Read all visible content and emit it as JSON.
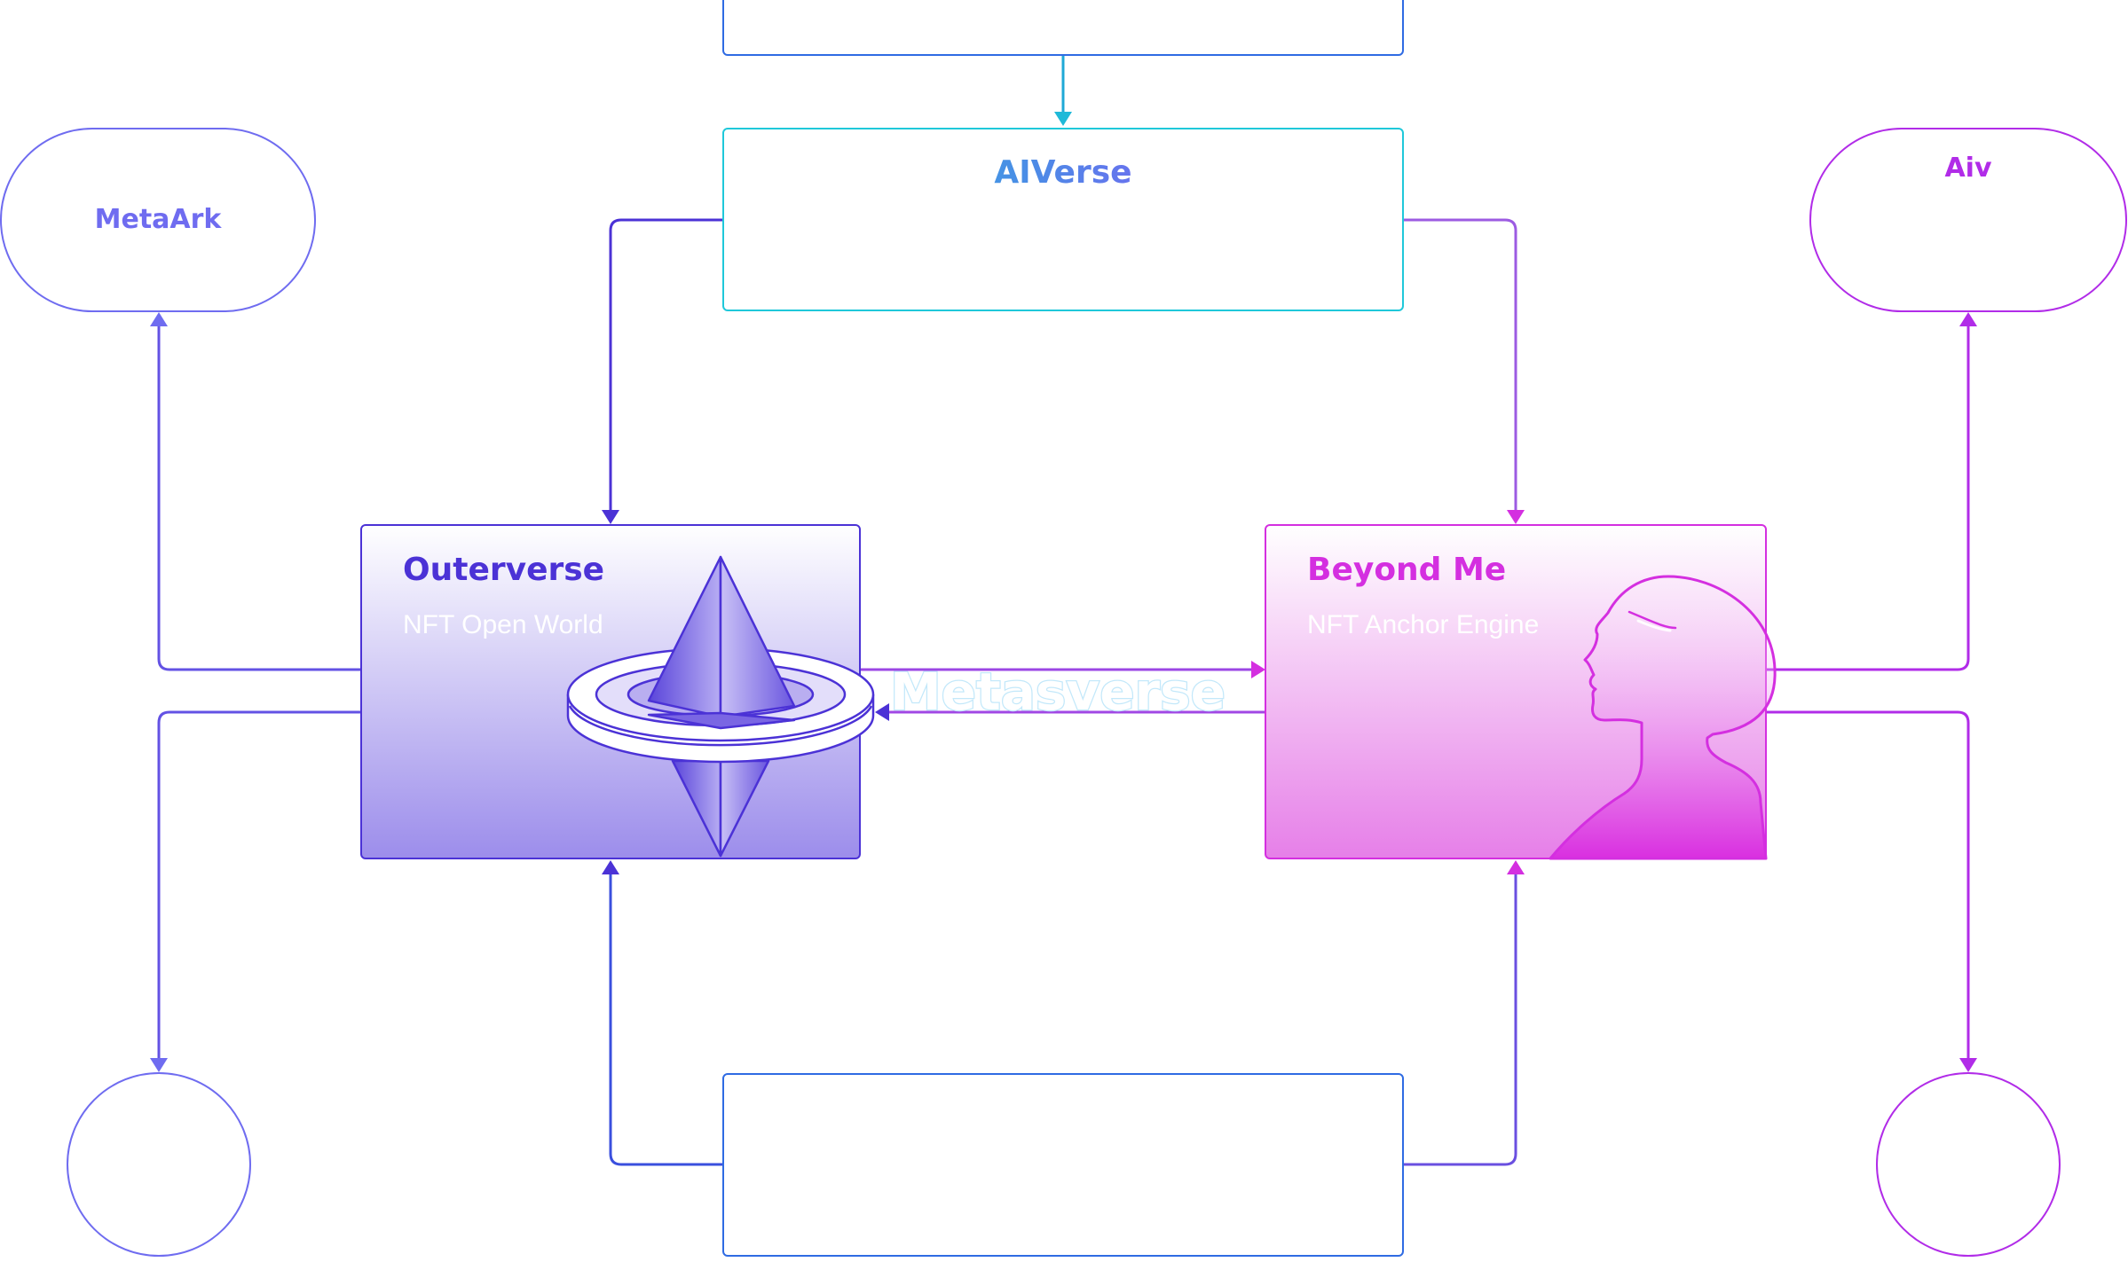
{
  "nodes": {
    "aiverse": {
      "title": "AIVerse"
    },
    "metaark": {
      "title": "MetaArk"
    },
    "aiv": {
      "title": "Aiv"
    },
    "outerverse": {
      "title": "Outerverse",
      "subtitle": "NFT Open World"
    },
    "beyondme": {
      "title": "Beyond Me",
      "subtitle": "NFT Anchor Engine"
    },
    "top_box": {
      "title": ""
    },
    "bottom_box": {
      "title": ""
    },
    "bottom_left_circle": {
      "title": ""
    },
    "bottom_right_circle": {
      "title": ""
    }
  },
  "link_label": "Metasverse",
  "colors": {
    "indigo": "#4B32D6",
    "violet": "#6F6CF0",
    "cyan": "#1FC8DA",
    "blue": "#2F6BE3",
    "magenta": "#D42FE0",
    "purple": "#B12CE8"
  },
  "icons": {
    "outerverse": "ethereum-ring-icon",
    "beyondme": "human-profile-icon"
  }
}
